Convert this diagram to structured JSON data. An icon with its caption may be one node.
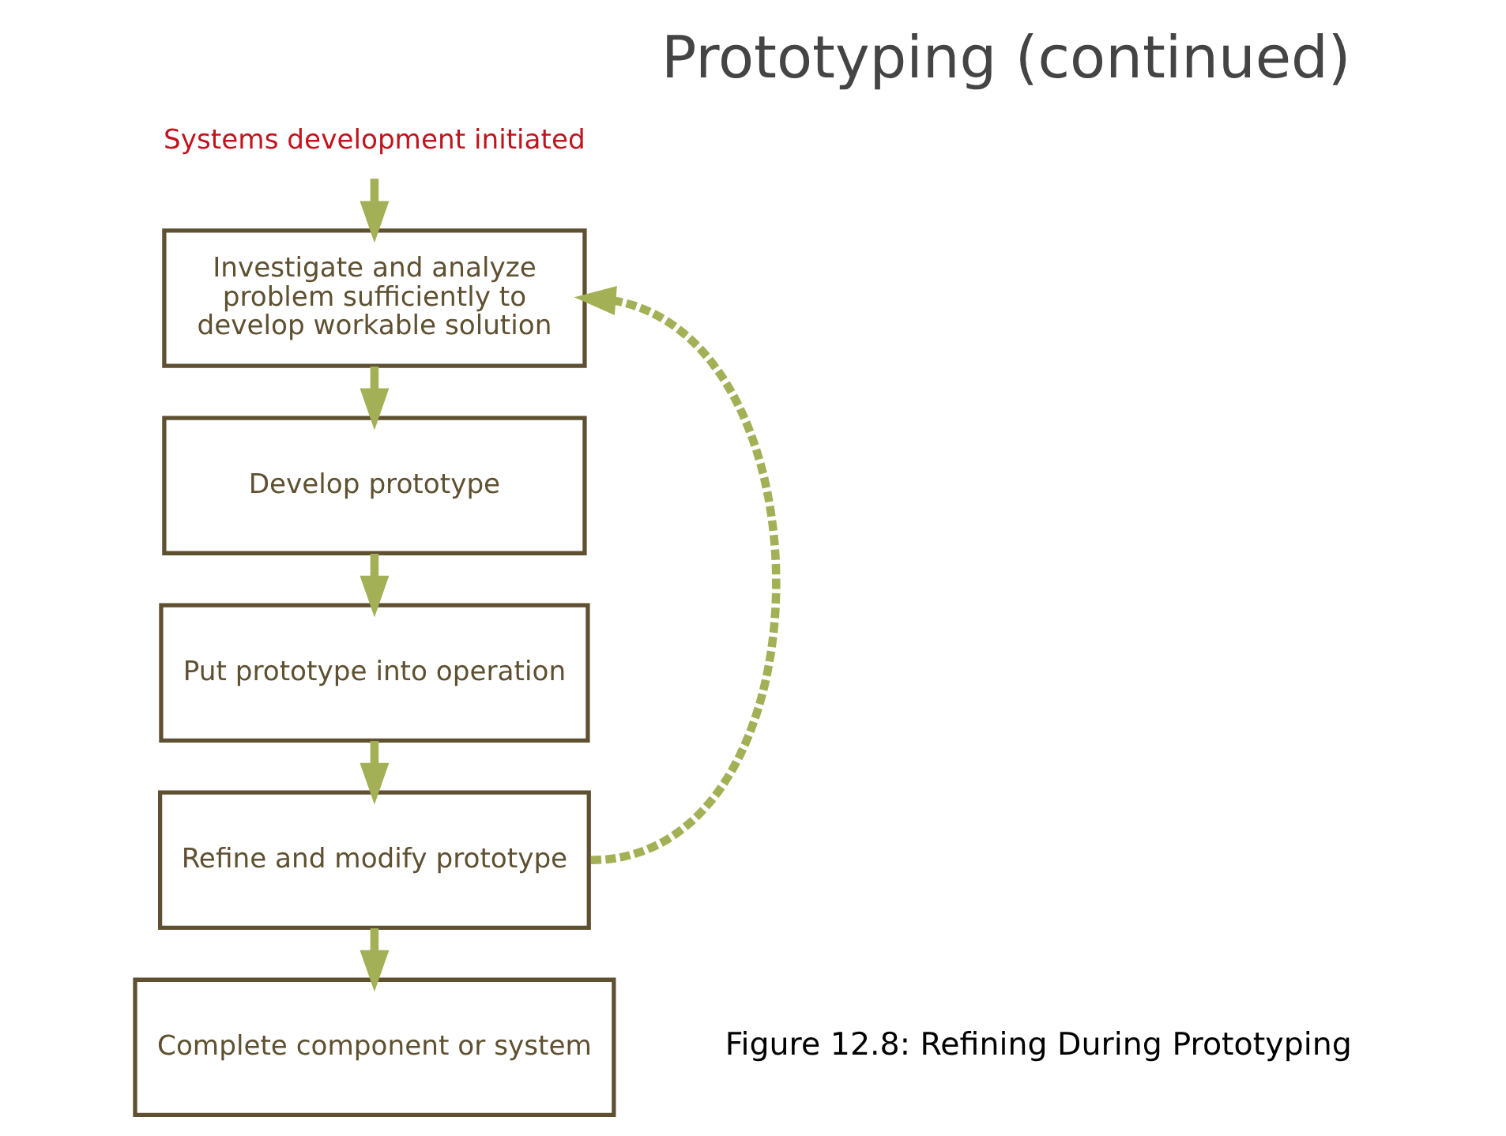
{
  "diagram": {
    "title": "Prototyping (continued)",
    "caption": "Figure 12.8: Refining During Prototyping",
    "nodes": [
      {
        "text": [
          "Systems development initiated"
        ]
      },
      {
        "text": [
          "Investigate and analyze problem sufficiently to develop workable solution"
        ]
      },
      {
        "text": [
          "Develop prototype"
        ]
      },
      {
        "text": [
          "Put prototype into operation"
        ]
      },
      {
        "text": [
          "Refine and modify prototype"
        ]
      },
      {
        "text": [
          "Complete component or system"
        ]
      }
    ],
    "edges": [
      {
        "from": 0,
        "to": 1,
        "arrow": "to"
      },
      {
        "from": 1,
        "to": 2,
        "arrow": "to"
      },
      {
        "from": 2,
        "to": 3,
        "arrow": "to"
      },
      {
        "from": 3,
        "to": 4,
        "arrow": "to"
      },
      {
        "from": 4,
        "to": 1,
        "arrow": "to",
        "style": "dashed"
      },
      {
        "from": 4,
        "to": 5,
        "arrow": "to"
      }
    ]
  }
}
